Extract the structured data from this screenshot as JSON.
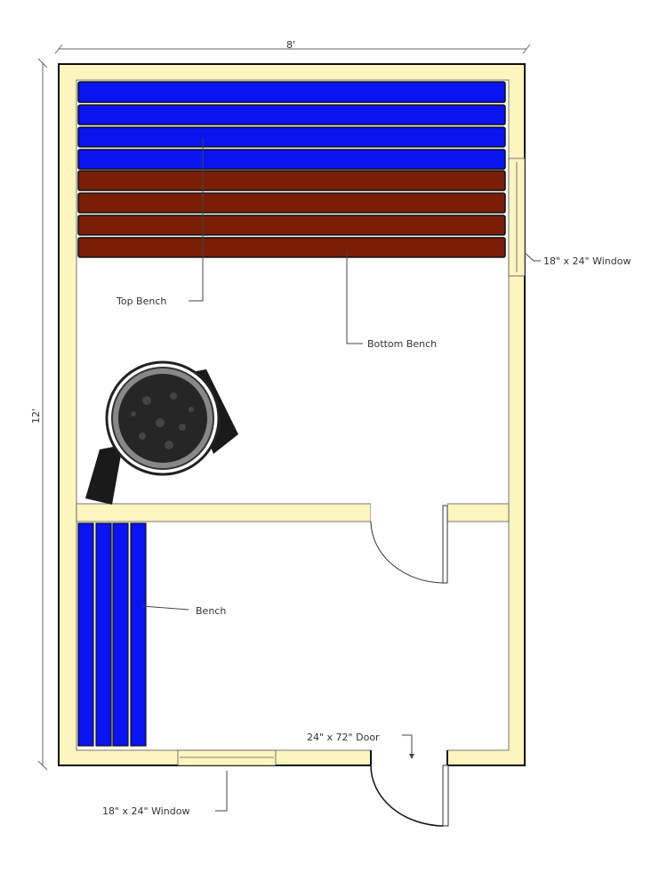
{
  "dimensions": {
    "width_label": "8'",
    "length_label": "12'"
  },
  "labels": {
    "top_bench": "Top Bench",
    "bottom_bench": "Bottom Bench",
    "right_window": "18\" x 24\" Window",
    "bench": "Bench",
    "door": "24\" x 72\" Door",
    "bottom_window": "18\" x 24\" Window"
  },
  "colors": {
    "wall": "#fdf5c0",
    "top_bench": "#0a14f0",
    "bottom_bench": "#7a1e08",
    "bench": "#0a14f0",
    "heater": "#1a1a1a"
  }
}
